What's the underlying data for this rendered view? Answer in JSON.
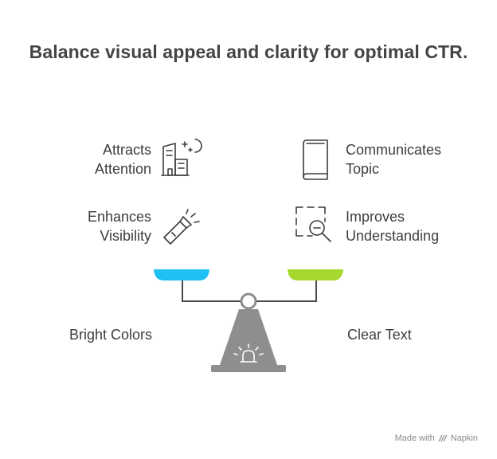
{
  "title": "Balance visual appeal and clarity for optimal CTR.",
  "left": {
    "items": [
      {
        "line1": "Attracts",
        "line2": "Attention",
        "icon": "building-moon-stars-icon"
      },
      {
        "line1": "Enhances",
        "line2": "Visibility",
        "icon": "flashlight-icon"
      }
    ],
    "pan_label": "Bright Colors",
    "pan_color": "#1ec0f4"
  },
  "right": {
    "items": [
      {
        "line1": "Communicates",
        "line2": "Topic",
        "icon": "book-icon"
      },
      {
        "line1": "Improves",
        "line2": "Understanding",
        "icon": "zoom-out-frame-icon"
      }
    ],
    "pan_label": "Clear Text",
    "pan_color": "#a6d82f"
  },
  "scale_color": "#8e8e8e",
  "watermark": {
    "prefix": "Made with",
    "brand": "Napkin"
  }
}
